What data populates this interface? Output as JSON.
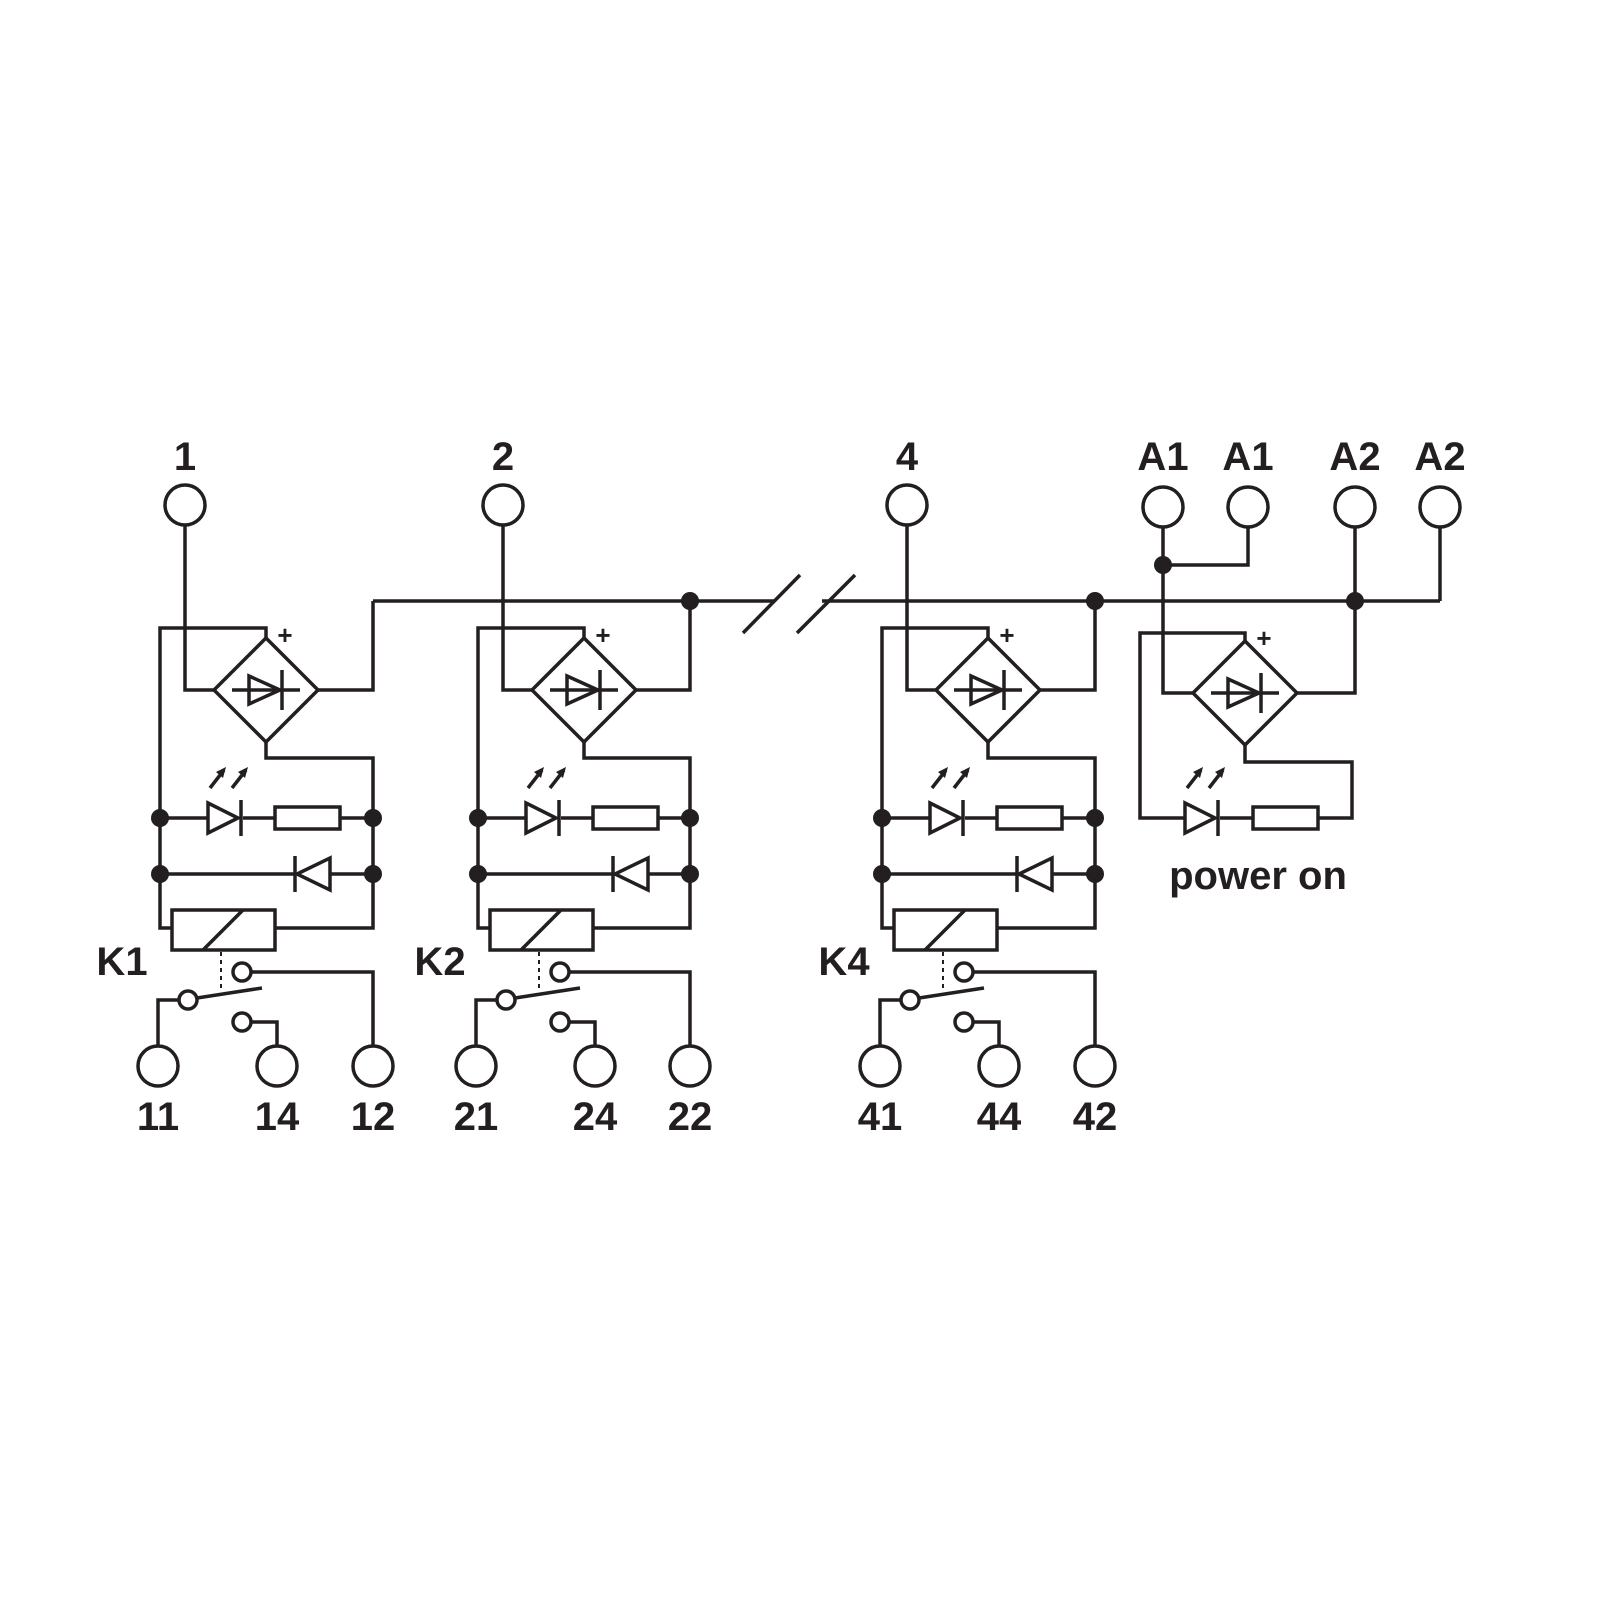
{
  "channels": [
    {
      "input": "1",
      "relay": "K1",
      "contacts": {
        "common": "11",
        "no": "14",
        "nc": "12"
      }
    },
    {
      "input": "2",
      "relay": "K2",
      "contacts": {
        "common": "21",
        "no": "24",
        "nc": "22"
      }
    },
    {
      "input": "4",
      "relay": "K4",
      "contacts": {
        "common": "41",
        "no": "44",
        "nc": "42"
      }
    }
  ],
  "power": {
    "terminals": [
      "A1",
      "A1",
      "A2",
      "A2"
    ],
    "led_label": "power on"
  },
  "bridge_plus": "+",
  "colors": {
    "line": "#231f20",
    "background": "#ffffff"
  }
}
